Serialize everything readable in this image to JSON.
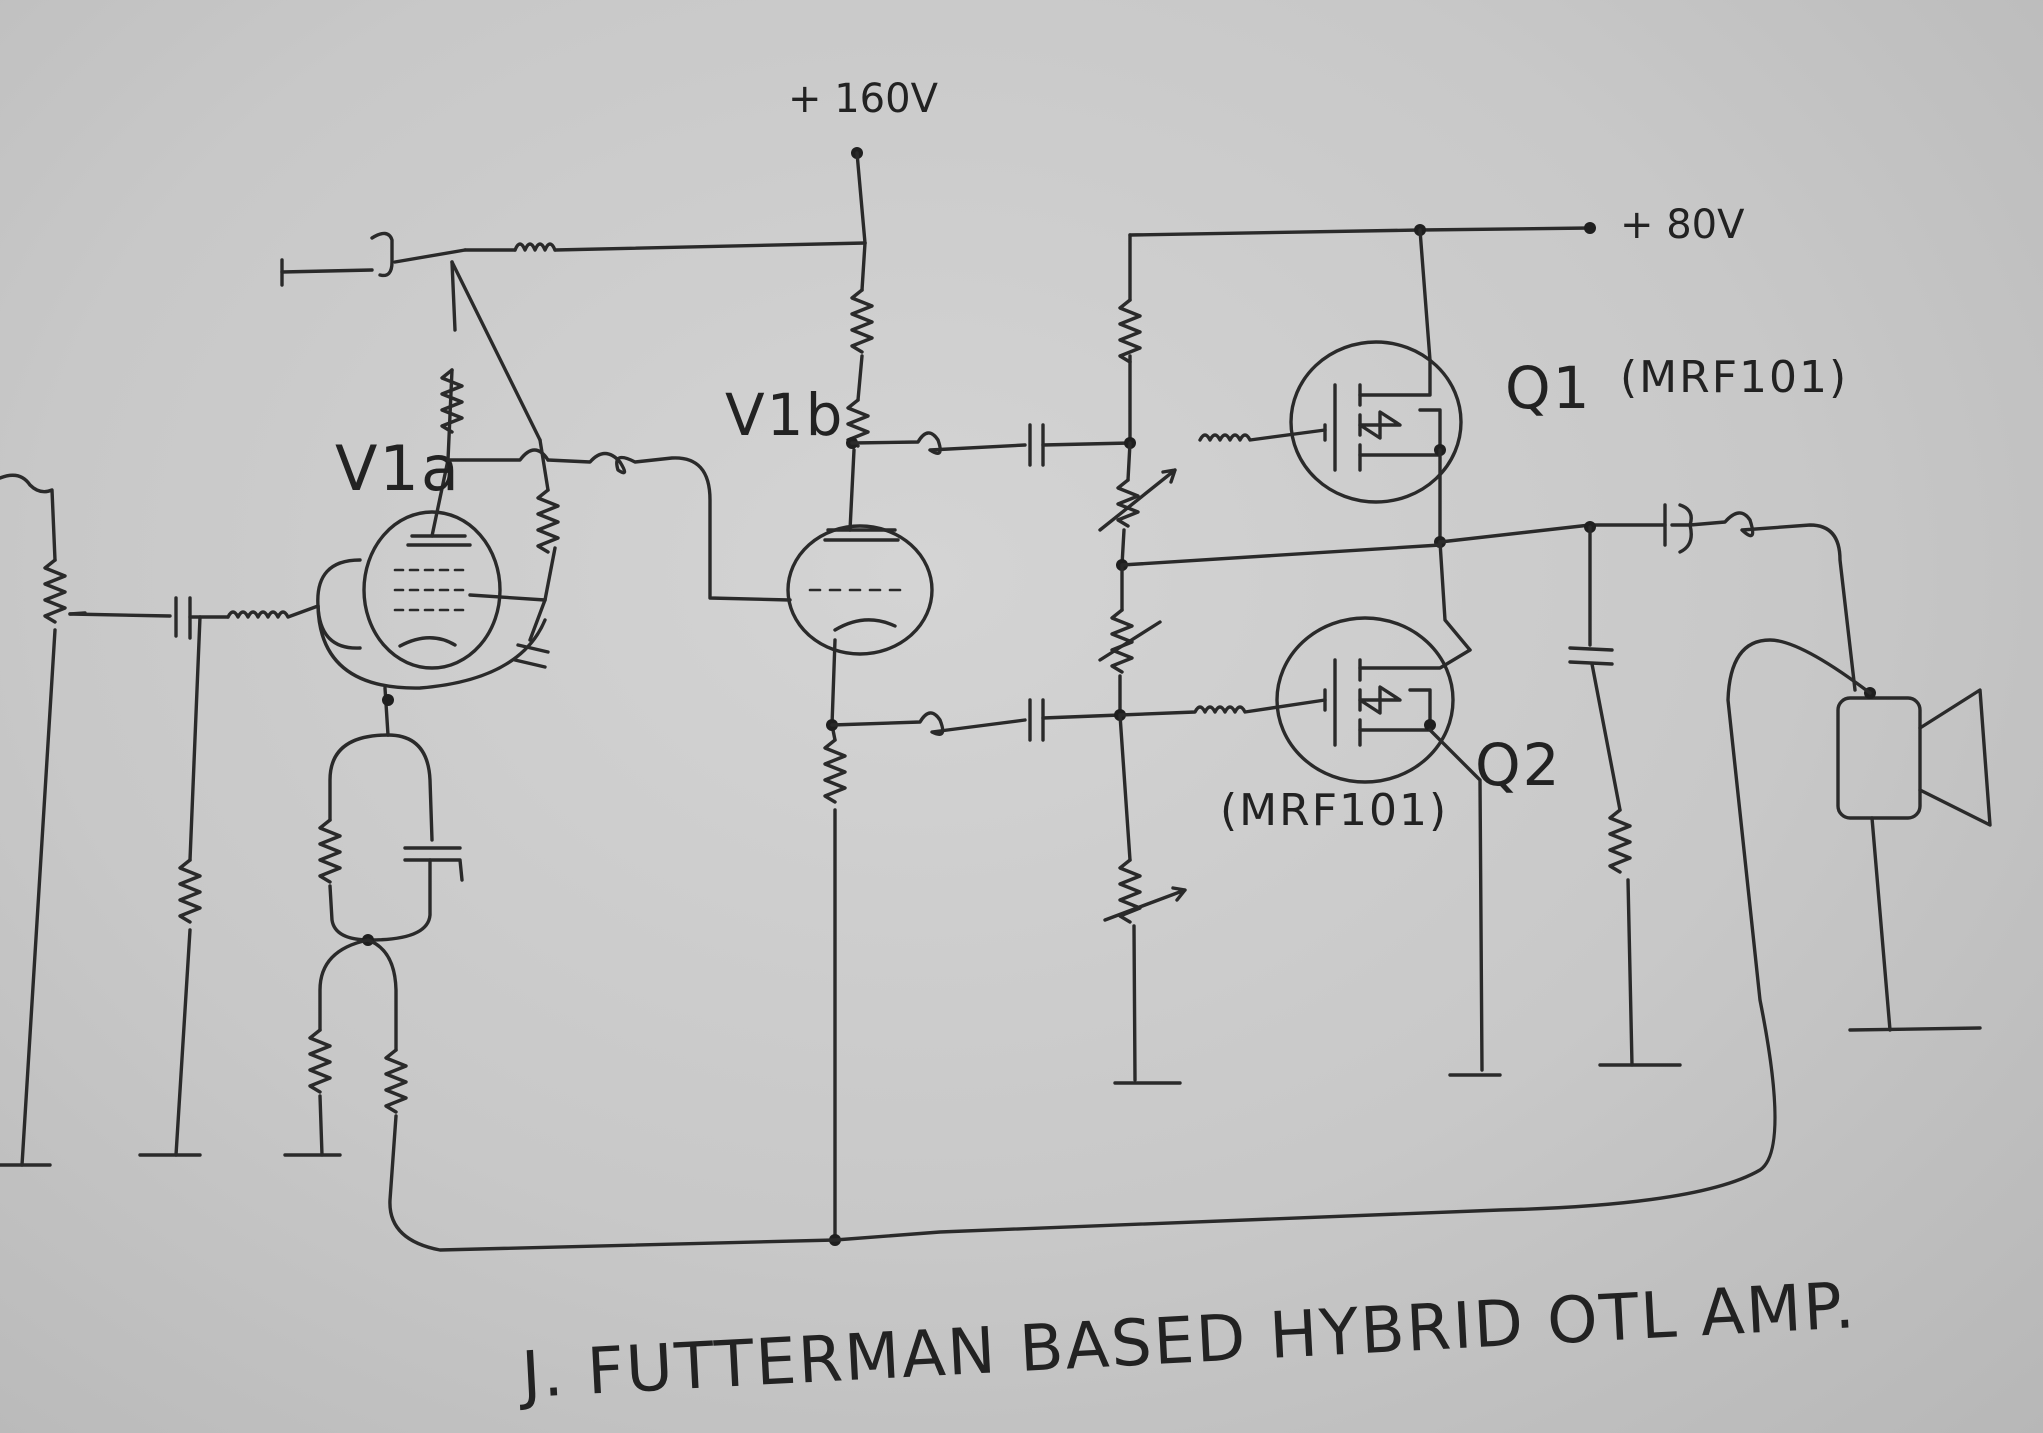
{
  "labels": {
    "supply_high": "+ 160V",
    "supply_low": "+ 80V",
    "tube_a": "V1a",
    "tube_b": "V1b",
    "transistor_1": "Q1",
    "transistor_1_part": "(MRF101)",
    "transistor_2": "Q2",
    "transistor_2_part": "(MRF101)",
    "title": "J. FUTTERMAN BASED HYBRID OTL AMP."
  },
  "colors": {
    "paper": "#c9c9c9",
    "ink": "#2a2a2a"
  }
}
